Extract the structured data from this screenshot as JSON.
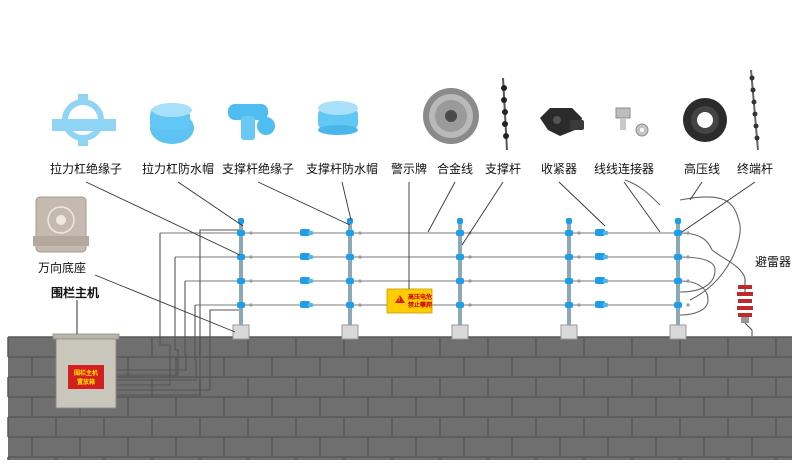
{
  "components": [
    {
      "id": "tension-pole-insulator",
      "label": "拉力杠绝缘子",
      "icon": "tension-pole-insulator-icon"
    },
    {
      "id": "tension-pole-cap",
      "label": "拉力杠防水帽",
      "icon": "waterproof-cap-icon"
    },
    {
      "id": "support-pole-insulator",
      "label": "支撑杆绝缘子",
      "icon": "support-insulator-icon"
    },
    {
      "id": "support-pole-cap",
      "label": "支撑杆防水帽",
      "icon": "waterproof-cap-icon"
    },
    {
      "id": "warning-sign",
      "label": "警示牌",
      "icon": "warning-sign-icon"
    },
    {
      "id": "alloy-wire",
      "label": "合金线",
      "icon": "wire-spool-icon"
    },
    {
      "id": "support-pole",
      "label": "支撑杆",
      "icon": "support-pole-icon"
    },
    {
      "id": "tightener",
      "label": "收紧器",
      "icon": "tightener-icon"
    },
    {
      "id": "wire-connector",
      "label": "线线连接器",
      "icon": "wire-connector-icon"
    },
    {
      "id": "hv-wire",
      "label": "高压线",
      "icon": "hv-cable-icon"
    },
    {
      "id": "terminal-pole",
      "label": "终端杆",
      "icon": "terminal-pole-icon"
    }
  ],
  "side_labels": {
    "universal_base": "万向底座",
    "host": "围栏主机",
    "lightning_arrester": "避雷器"
  },
  "host_box_label": [
    "围栏主机",
    "置放箱"
  ],
  "warning_sign_text": [
    "高压电危",
    "禁止攀爬"
  ],
  "colors": {
    "wall": "#6f6f6f",
    "mortar": "#565656",
    "insulator": "#1e9ee8",
    "cap": "#7fd0f7",
    "pole": "#8aa9b8",
    "sign": "#ffcc00",
    "arrester": "#c0282a",
    "host_box": "#c9c6bb"
  }
}
